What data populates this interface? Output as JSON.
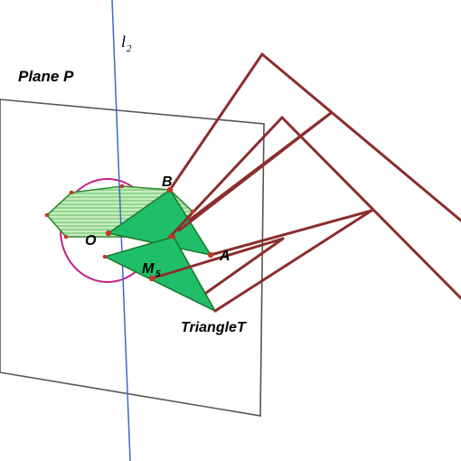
{
  "labels": {
    "plane": "Plane P",
    "line": "l",
    "line_sub": "2",
    "point_b": "B",
    "point_o": "O",
    "point_a": "A",
    "point_m": "M",
    "point_m_sub": "5",
    "triangle": "TriangleT"
  },
  "colors": {
    "plane_edge": "#555555",
    "line_axis": "#3a6bc9",
    "rod": "#8b2e2e",
    "triangle_fill": "#1fbf6a",
    "triangle_edge": "#1d7a2e",
    "hexagon_fill": "#8fd68f",
    "circle": "#c0208a",
    "point": "#c0392b"
  }
}
